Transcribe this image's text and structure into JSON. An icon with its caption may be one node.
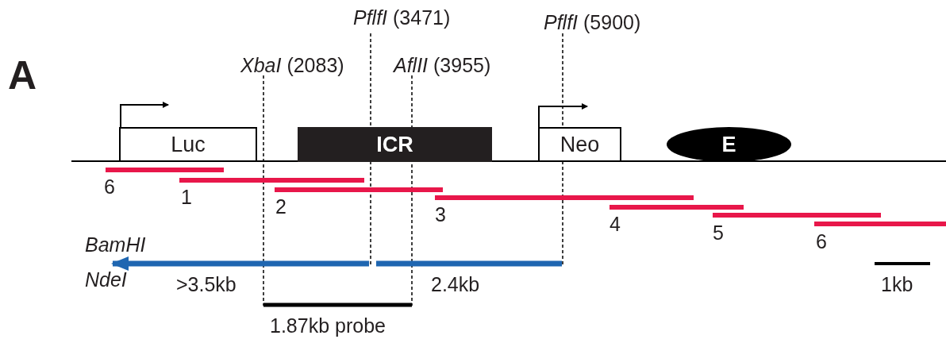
{
  "diagram": {
    "nodes": [
      {
        "text": [
          "Luc"
        ]
      },
      {
        "text": [
          "ICR"
        ]
      },
      {
        "text": [
          "Neo"
        ]
      },
      {
        "text": [
          "E"
        ]
      }
    ],
    "labels": [
      "*PflfI* (3471)",
      "*PflfI* (5900)",
      "A",
      "*XbaI* (2083)",
      "*AflII* (3955)",
      "6",
      "1",
      "2",
      "3",
      "4",
      "5",
      "BamHI",
      "6",
      "NdeI",
      ">3.5kb",
      "2.4kb",
      "1kb",
      "1.87kb probe"
    ]
  }
}
